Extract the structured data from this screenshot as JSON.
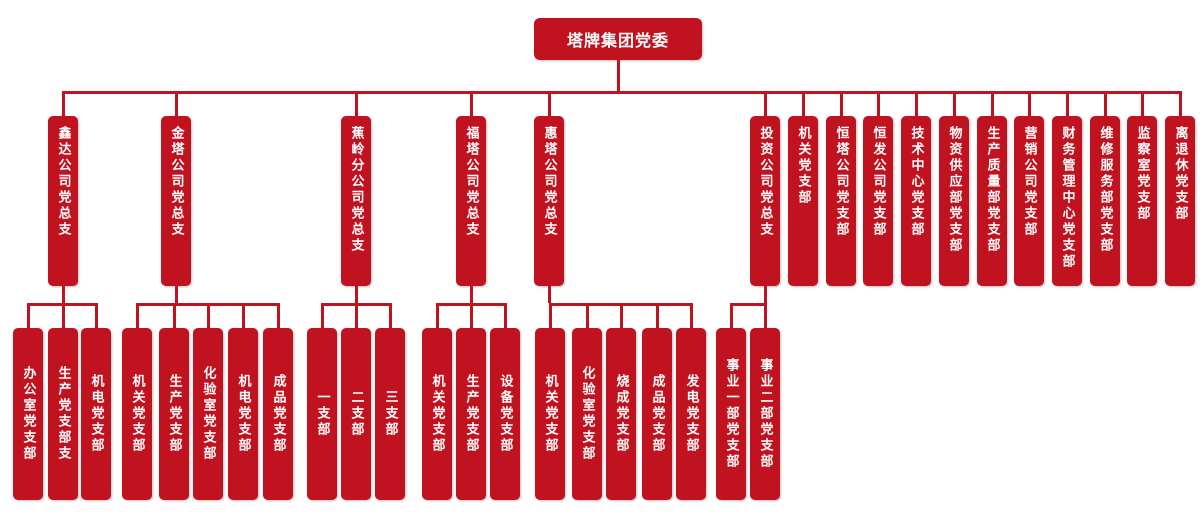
{
  "root": "塔牌集团党委",
  "colors": {
    "box": "#c1121f",
    "line": "#c1121f",
    "text": "#ffffff"
  },
  "groups": [
    {
      "label": "鑫达公司党总支",
      "children": [
        "办公室党支部",
        "生产党支部支",
        "机电党支部"
      ]
    },
    {
      "label": "金塔公司党总支",
      "children": [
        "机关党支部",
        "生产党支部",
        "化验室党支部",
        "机电党支部",
        "成品党支部"
      ]
    },
    {
      "label": "蕉岭分公司党总支",
      "children": [
        "一支部",
        "二支部",
        "三支部"
      ]
    },
    {
      "label": "福塔公司党总支",
      "children": [
        "机关党支部",
        "生产党支部",
        "设备党支部"
      ]
    },
    {
      "label": "惠塔公司党总支",
      "children": [
        "机关党支部",
        "化验室党支部",
        "烧成党支部",
        "成品党支部",
        "发电党支部"
      ]
    },
    {
      "label": "投资公司党总支",
      "children": [
        "事业一部党支部",
        "事业二部党支部"
      ]
    }
  ],
  "branches": [
    "机关党支部",
    "恒塔公司党支部",
    "恒发公司党支部",
    "技术中心党支部",
    "物资供应部党支部",
    "生产质量部党支部",
    "营销公司党支部",
    "财务管理中心党支部",
    "维修服务部党支部",
    "监察室党支部",
    "离退休党支部"
  ]
}
